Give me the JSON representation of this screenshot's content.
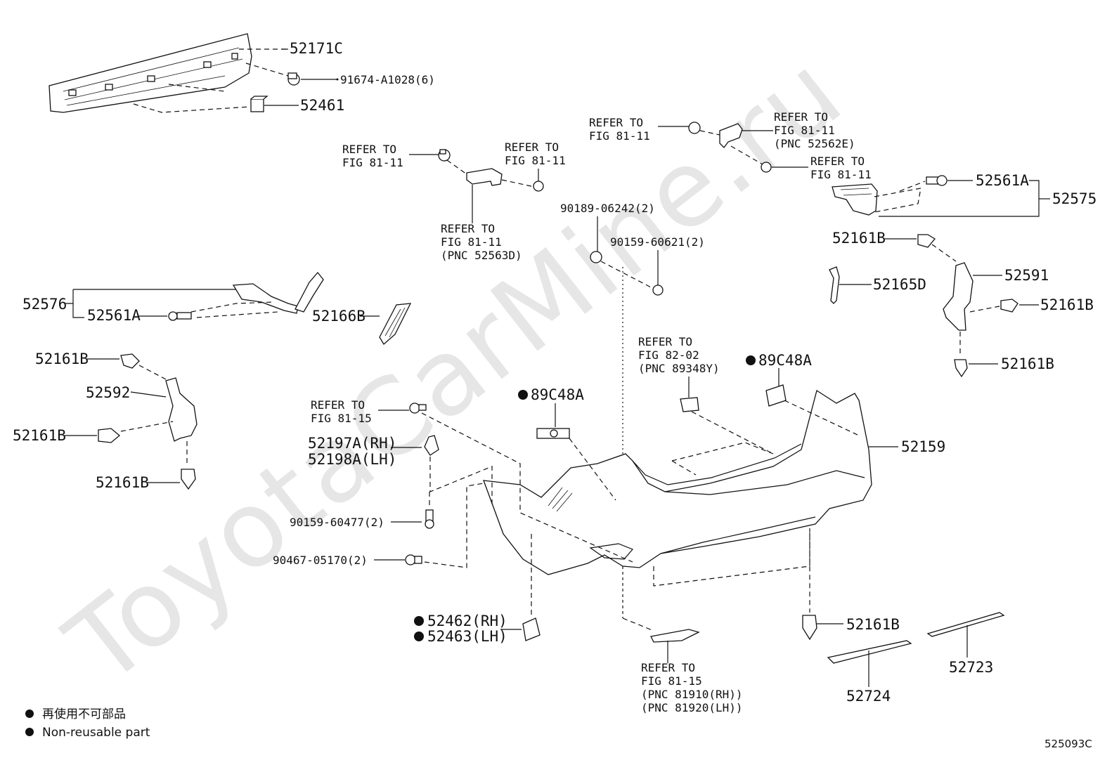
{
  "watermark": "ToyotaCarMine.ru",
  "diagram_code": "525093C",
  "legend": {
    "symbol": "●",
    "line1": "再使用不可部品",
    "line2": "Non-reusable part"
  },
  "labels": {
    "p52171C": "52171C",
    "p91674": "91674-A1028(6)",
    "p52461": "52461",
    "ref_a1": "REFER TO",
    "ref_a2": "FIG 81-11",
    "ref_b1": "REFER TO",
    "ref_b2": "FIG 81-11",
    "ref_c1": "REFER TO",
    "ref_c2": "FIG 81-11",
    "ref_c3": "(PNC 52563D)",
    "ref_d1": "REFER TO",
    "ref_d2": "FIG 81-11",
    "ref_e1": "REFER TO",
    "ref_e2": "FIG 81-11",
    "ref_e3": "(PNC 52562E)",
    "ref_f1": "REFER TO",
    "ref_f2": "FIG 81-11",
    "p90189": "90189-06242(2)",
    "p90159_60621": "90159-60621(2)",
    "p52561A_r": "52561A",
    "p52575": "52575",
    "p52161B_a": "52161B",
    "p52591": "52591",
    "p52165D": "52165D",
    "p52161B_b": "52161B",
    "p52161B_c": "52161B",
    "p52576": "52576",
    "p52561A_l": "52561A",
    "p52166B": "52166B",
    "p52161B_d": "52161B",
    "p52592": "52592",
    "p52161B_e": "52161B",
    "p52161B_f": "52161B",
    "ref_g1": "REFER TO",
    "ref_g2": "FIG 82-02",
    "ref_g3": "(PNC 89348Y)",
    "p89C48A_r": "89C48A",
    "p89C48A_l": "89C48A",
    "ref_h1": "REFER TO",
    "ref_h2": "FIG 81-15",
    "p52197A": "52197A(RH)",
    "p52198A": "52198A(LH)",
    "p52159": "52159",
    "p90159_60477": "90159-60477(2)",
    "p90467": "90467-05170(2)",
    "p52462": "52462(RH)",
    "p52463": "52463(LH)",
    "ref_i1": "REFER TO",
    "ref_i2": "FIG 81-15",
    "ref_i3": "(PNC 81910(RH))",
    "ref_i4": "(PNC 81920(LH))",
    "p52161B_g": "52161B",
    "p52723": "52723",
    "p52724": "52724"
  }
}
